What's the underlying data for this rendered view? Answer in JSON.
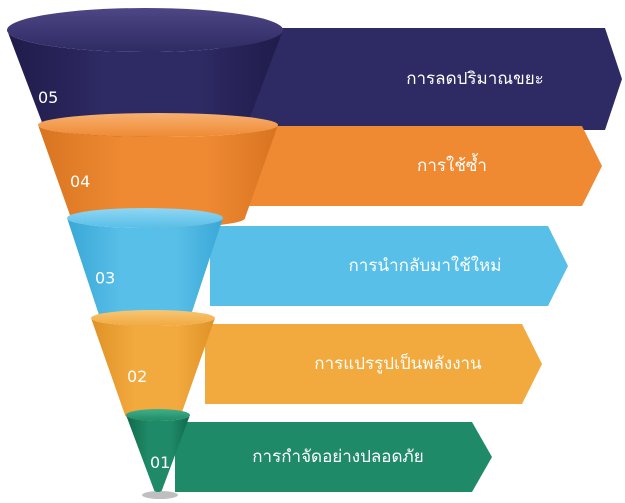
{
  "diagram": {
    "levels": [
      {
        "number": "05",
        "label": "การลดปริมาณขยะ",
        "color": "#2e2a63",
        "color_light": "#4d4785",
        "color_dark": "#1f1b4a"
      },
      {
        "number": "04",
        "label": "การใช้ซ้ำ",
        "color": "#ef8a33",
        "color_light": "#f6b070",
        "color_dark": "#d87320"
      },
      {
        "number": "03",
        "label": "การนำกลับมาใช้ใหม่",
        "color": "#58bfe8",
        "color_light": "#8fd6f3",
        "color_dark": "#3aa7d6"
      },
      {
        "number": "02",
        "label": "การแปรรูปเป็นพลังงาน",
        "color": "#f2a93e",
        "color_light": "#f7c676",
        "color_dark": "#df9226"
      },
      {
        "number": "01",
        "label": "การกำจัดอย่างปลอดภัย",
        "color": "#1f8a67",
        "color_light": "#3fb08a",
        "color_dark": "#0f6a4c"
      }
    ]
  }
}
